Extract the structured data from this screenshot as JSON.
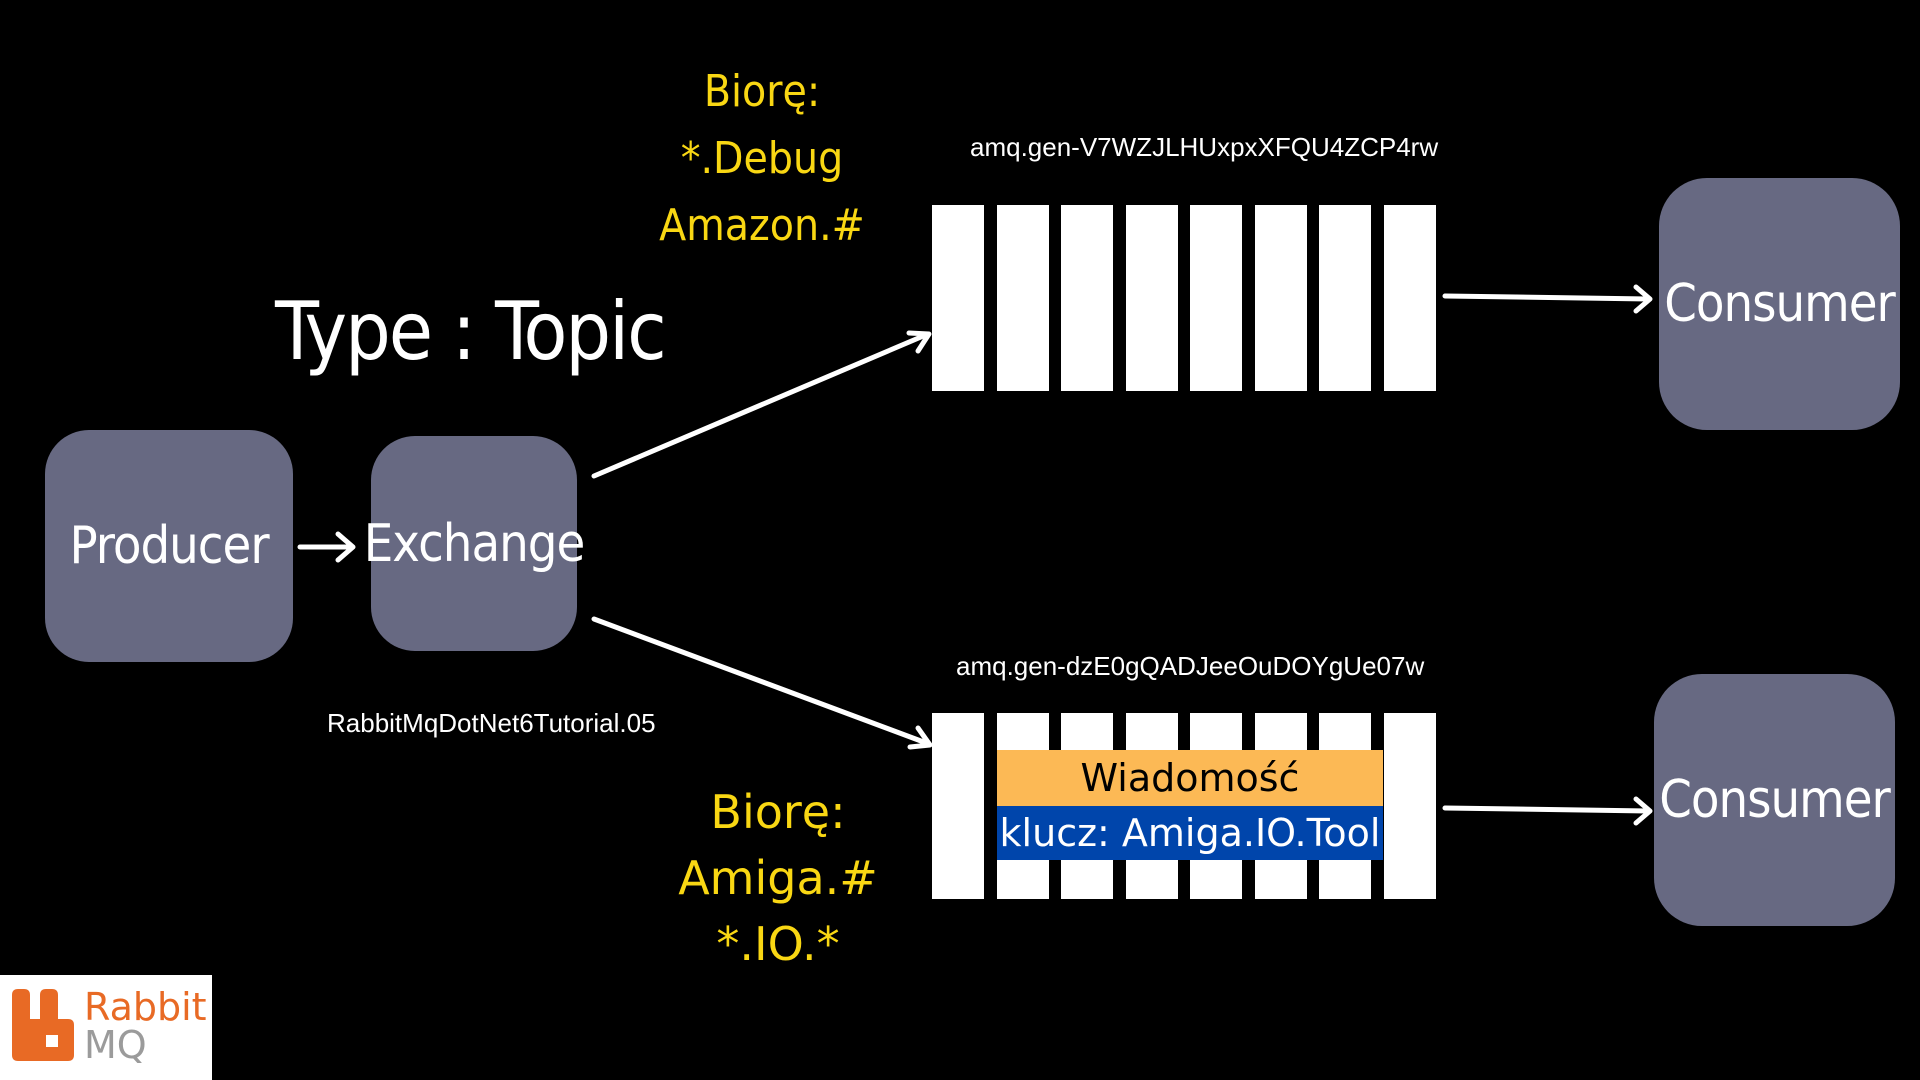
{
  "title": "Type : Topic",
  "producer": {
    "label": "Producer"
  },
  "exchange": {
    "label": "Exchange",
    "name": "RabbitMqDotNet6Tutorial.05"
  },
  "queues": [
    {
      "name": "amq.gen-V7WZJLHUxpxXFQU4ZCP4rw",
      "binding_header": "Biorę:",
      "binding_keys": [
        "*.Debug",
        "Amazon.#"
      ],
      "consumer": "Consumer"
    },
    {
      "name": "amq.gen-dzE0gQADJeeOuDOYgUe07w",
      "binding_header": "Biorę:",
      "binding_keys": [
        "Amiga.#",
        "*.IO.*"
      ],
      "consumer": "Consumer"
    }
  ],
  "message": {
    "title": "Wiadomość",
    "routing_key": "klucz: Amiga.IO.Tool"
  },
  "logo": {
    "line1": "Rabbit",
    "line2": "MQ"
  },
  "colors": {
    "background": "#000000",
    "node": "#676982",
    "pattern_text": "#f9d713",
    "message_title_bg": "#fcb955",
    "message_key_bg": "#0045ab",
    "logo_orange": "#e86a25"
  }
}
